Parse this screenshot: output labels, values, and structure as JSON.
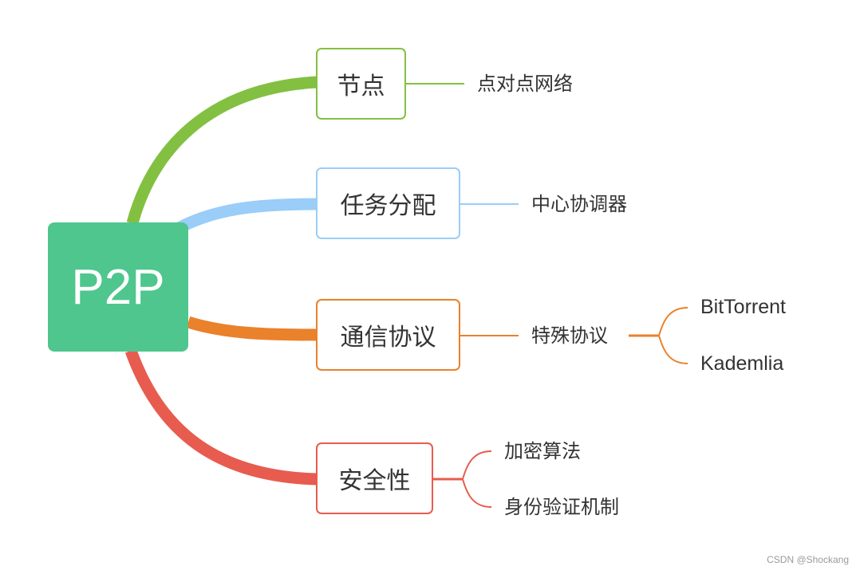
{
  "root": {
    "label": "P2P",
    "color": "#4fc68d"
  },
  "branches": [
    {
      "label": "节点",
      "color": "#83c042",
      "children": [
        {
          "label": "点对点网络"
        }
      ]
    },
    {
      "label": "任务分配",
      "color": "#9acdf8",
      "children": [
        {
          "label": "中心协调器"
        }
      ]
    },
    {
      "label": "通信协议",
      "color": "#ea812b",
      "children": [
        {
          "label": "特殊协议",
          "children": [
            {
              "label": "BitTorrent"
            },
            {
              "label": "Kademlia"
            }
          ]
        }
      ]
    },
    {
      "label": "安全性",
      "color": "#e75c4f",
      "children": [
        {
          "label": "加密算法"
        },
        {
          "label": "身份验证机制"
        }
      ]
    }
  ],
  "watermark": "CSDN @Shockang"
}
